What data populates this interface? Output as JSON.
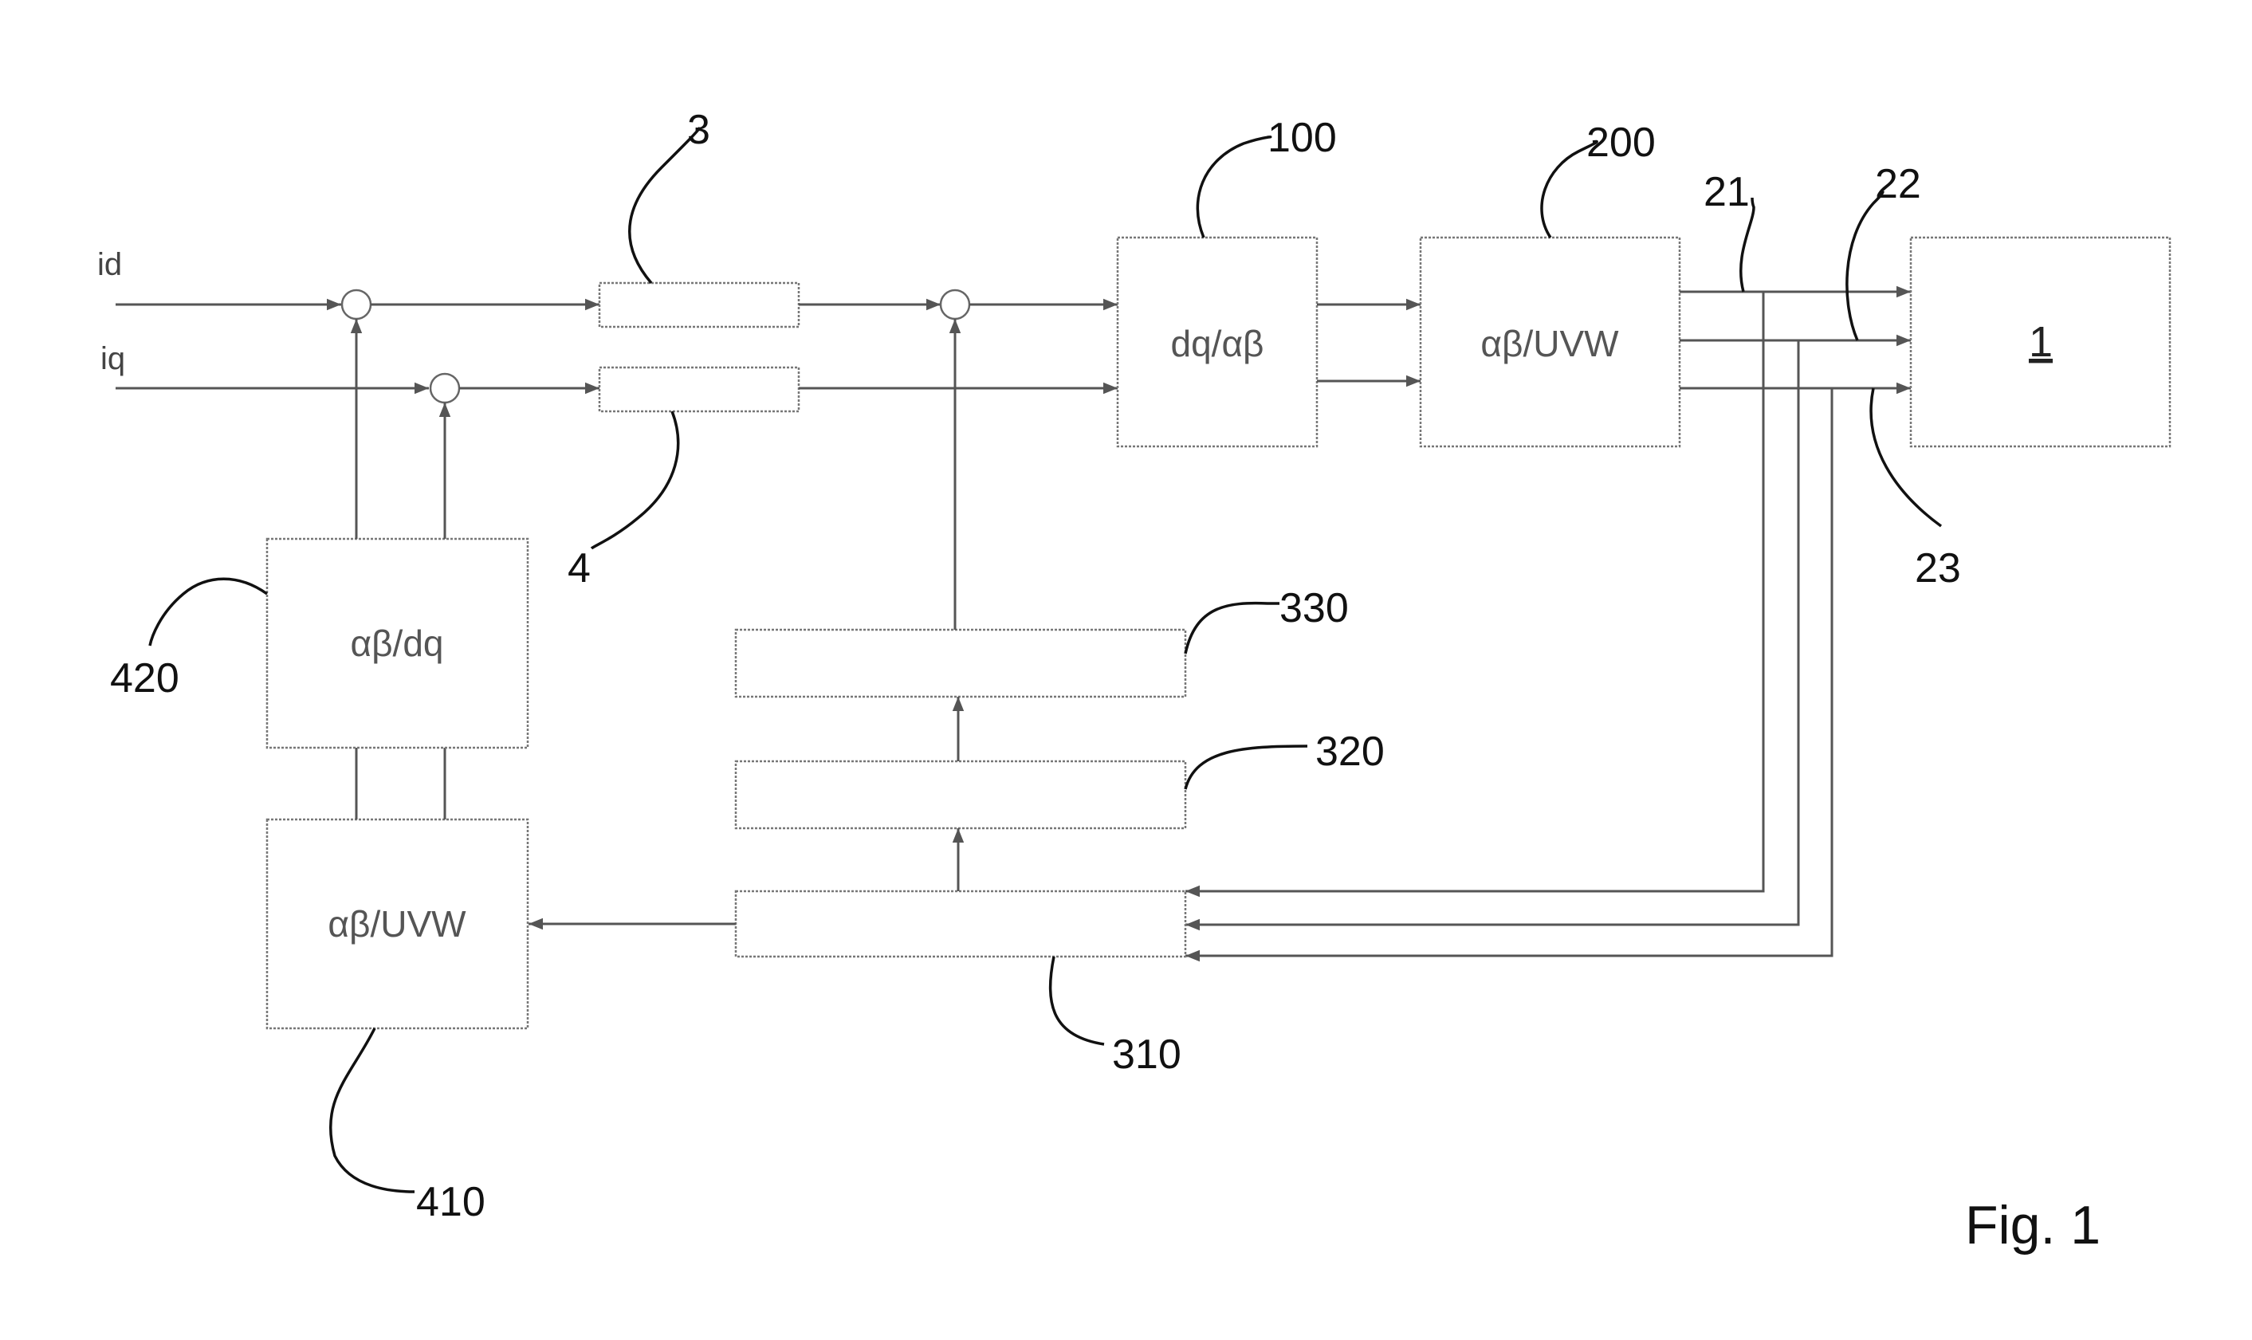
{
  "signals": {
    "id": "id",
    "iq": "iq"
  },
  "blocks": {
    "b100": {
      "ref": "100",
      "label": "dq/αβ"
    },
    "b200": {
      "ref": "200",
      "label": "αβ/UVW"
    },
    "b1": {
      "label": "1"
    },
    "b420": {
      "ref": "420",
      "label": "αβ/dq"
    },
    "b410": {
      "ref": "410",
      "label": "αβ/UVW"
    },
    "b3": {
      "ref": "3"
    },
    "b4": {
      "ref": "4"
    },
    "b330": {
      "ref": "330"
    },
    "b320": {
      "ref": "320"
    },
    "b310": {
      "ref": "310"
    }
  },
  "phase_lines": {
    "l21": "21",
    "l22": "22",
    "l23": "23"
  },
  "figure_label": "Fig. 1"
}
